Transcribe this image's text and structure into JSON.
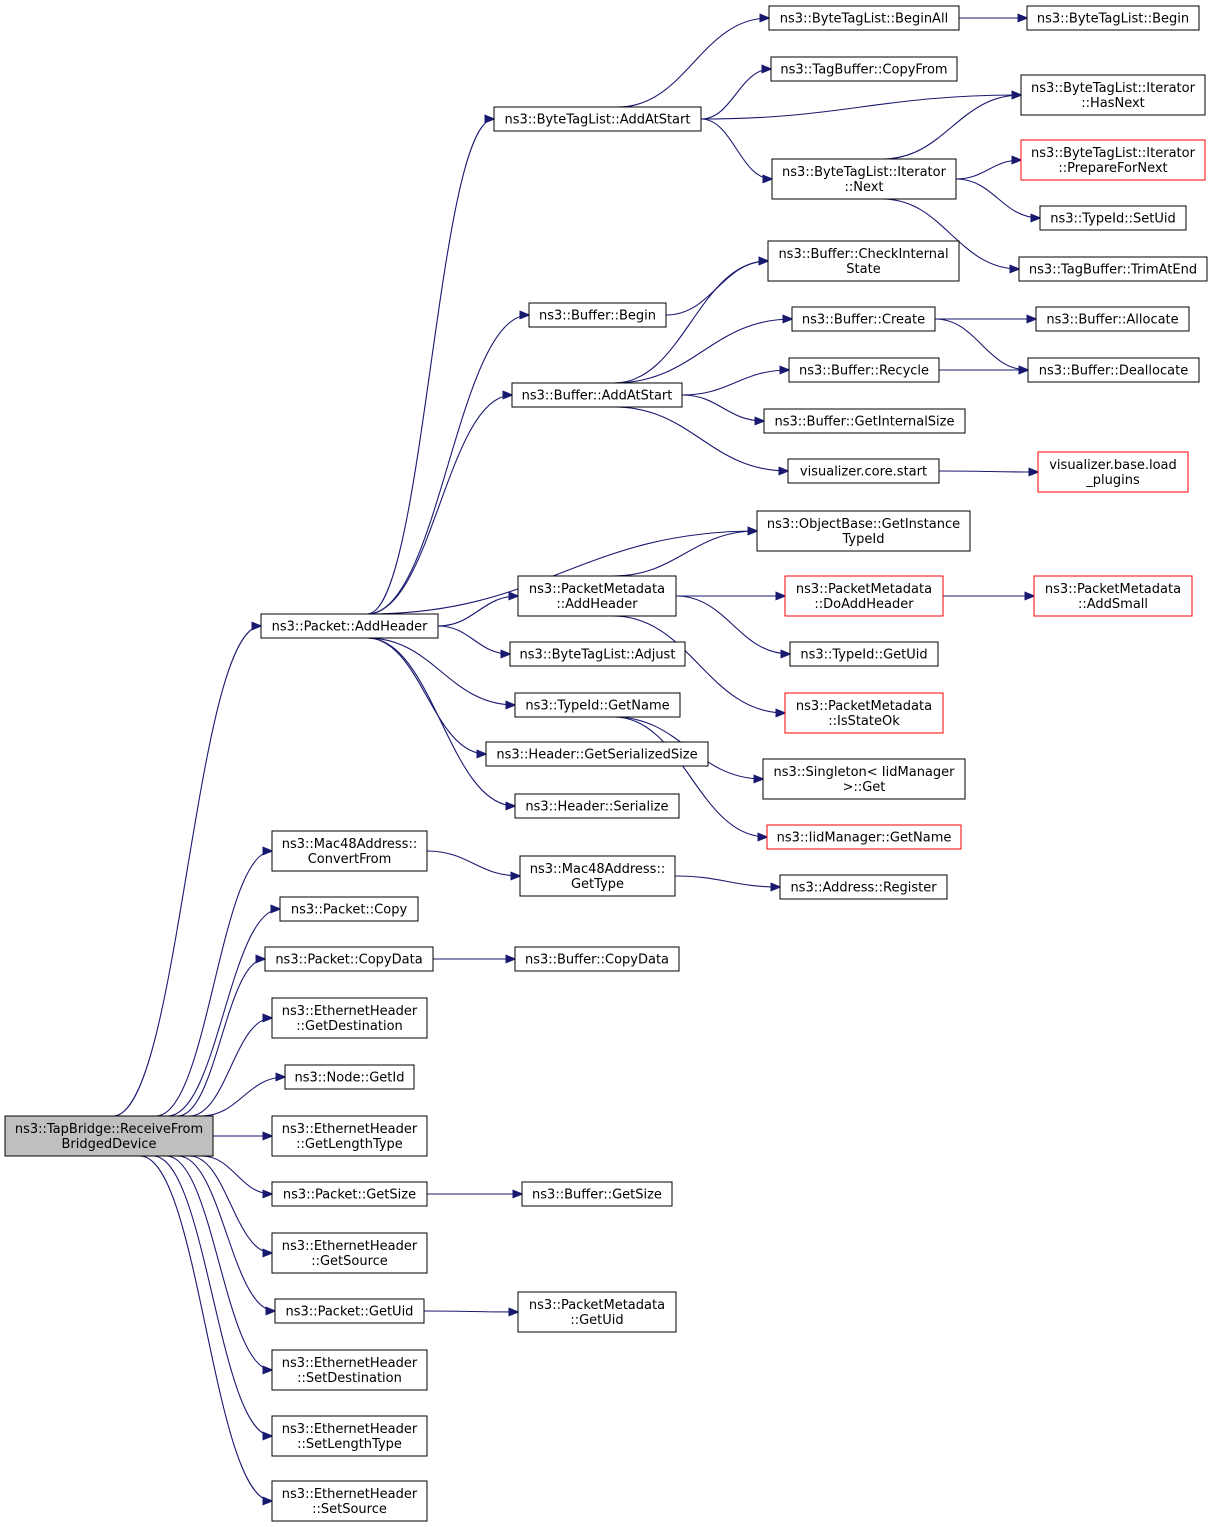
{
  "colors": {
    "edge": "#191970",
    "node_border": "#000000",
    "truncated_border": "#ff0000",
    "root_fill": "#bfbfbf"
  },
  "nodes": [
    {
      "id": "root",
      "lines": [
        "ns3::TapBridge::ReceiveFrom",
        "BridgedDevice"
      ],
      "root": true
    },
    {
      "id": "pkt_addheader",
      "lines": [
        "ns3::Packet::AddHeader"
      ]
    },
    {
      "id": "mac_convertfrom",
      "lines": [
        "ns3::Mac48Address::",
        "ConvertFrom"
      ]
    },
    {
      "id": "pkt_copy",
      "lines": [
        "ns3::Packet::Copy"
      ]
    },
    {
      "id": "pkt_copydata",
      "lines": [
        "ns3::Packet::CopyData"
      ]
    },
    {
      "id": "eth_getdest",
      "lines": [
        "ns3::EthernetHeader",
        "::GetDestination"
      ]
    },
    {
      "id": "node_getid",
      "lines": [
        "ns3::Node::GetId"
      ]
    },
    {
      "id": "eth_getlentype",
      "lines": [
        "ns3::EthernetHeader",
        "::GetLengthType"
      ]
    },
    {
      "id": "pkt_getsize",
      "lines": [
        "ns3::Packet::GetSize"
      ]
    },
    {
      "id": "eth_getsource",
      "lines": [
        "ns3::EthernetHeader",
        "::GetSource"
      ]
    },
    {
      "id": "pkt_getuid",
      "lines": [
        "ns3::Packet::GetUid"
      ]
    },
    {
      "id": "eth_setdest",
      "lines": [
        "ns3::EthernetHeader",
        "::SetDestination"
      ]
    },
    {
      "id": "eth_setlentype",
      "lines": [
        "ns3::EthernetHeader",
        "::SetLengthType"
      ]
    },
    {
      "id": "eth_setsource",
      "lines": [
        "ns3::EthernetHeader",
        "::SetSource"
      ]
    },
    {
      "id": "btl_addatstart",
      "lines": [
        "ns3::ByteTagList::AddAtStart"
      ]
    },
    {
      "id": "buf_begin",
      "lines": [
        "ns3::Buffer::Begin"
      ]
    },
    {
      "id": "buf_addatstart",
      "lines": [
        "ns3::Buffer::AddAtStart"
      ]
    },
    {
      "id": "pm_addheader",
      "lines": [
        "ns3::PacketMetadata",
        "::AddHeader"
      ]
    },
    {
      "id": "btl_adjust",
      "lines": [
        "ns3::ByteTagList::Adjust"
      ]
    },
    {
      "id": "tid_getname",
      "lines": [
        "ns3::TypeId::GetName"
      ]
    },
    {
      "id": "hdr_getsersize",
      "lines": [
        "ns3::Header::GetSerializedSize"
      ]
    },
    {
      "id": "hdr_serialize",
      "lines": [
        "ns3::Header::Serialize"
      ]
    },
    {
      "id": "mac_gettype",
      "lines": [
        "ns3::Mac48Address::",
        "GetType"
      ]
    },
    {
      "id": "buf_copydata",
      "lines": [
        "ns3::Buffer::CopyData"
      ]
    },
    {
      "id": "buf_getsize",
      "lines": [
        "ns3::Buffer::GetSize"
      ]
    },
    {
      "id": "pm_getuid",
      "lines": [
        "ns3::PacketMetadata",
        "::GetUid"
      ]
    },
    {
      "id": "btl_beginall",
      "lines": [
        "ns3::ByteTagList::BeginAll"
      ]
    },
    {
      "id": "tb_copyfrom",
      "lines": [
        "ns3::TagBuffer::CopyFrom"
      ]
    },
    {
      "id": "btl_it_next",
      "lines": [
        "ns3::ByteTagList::Iterator",
        "::Next"
      ]
    },
    {
      "id": "buf_checkinternal",
      "lines": [
        "ns3::Buffer::CheckInternal",
        "State"
      ]
    },
    {
      "id": "buf_create",
      "lines": [
        "ns3::Buffer::Create"
      ]
    },
    {
      "id": "buf_recycle",
      "lines": [
        "ns3::Buffer::Recycle"
      ]
    },
    {
      "id": "buf_getinternalsize",
      "lines": [
        "ns3::Buffer::GetInternalSize"
      ]
    },
    {
      "id": "vis_core_start",
      "lines": [
        "visualizer.core.start"
      ]
    },
    {
      "id": "objbase_getinst",
      "lines": [
        "ns3::ObjectBase::GetInstance",
        "TypeId"
      ]
    },
    {
      "id": "pm_doaddheader",
      "lines": [
        "ns3::PacketMetadata",
        "::DoAddHeader"
      ],
      "truncated": true
    },
    {
      "id": "tid_getuid",
      "lines": [
        "ns3::TypeId::GetUid"
      ]
    },
    {
      "id": "pm_isstateok",
      "lines": [
        "ns3::PacketMetadata",
        "::IsStateOk"
      ],
      "truncated": true
    },
    {
      "id": "singleton_get",
      "lines": [
        "ns3::Singleton< IidManager",
        " >::Get"
      ]
    },
    {
      "id": "iid_getname",
      "lines": [
        "ns3::IidManager::GetName"
      ],
      "truncated": true
    },
    {
      "id": "addr_register",
      "lines": [
        "ns3::Address::Register"
      ]
    },
    {
      "id": "btl_begin",
      "lines": [
        "ns3::ByteTagList::Begin"
      ]
    },
    {
      "id": "btl_it_hasnext",
      "lines": [
        "ns3::ByteTagList::Iterator",
        "::HasNext"
      ]
    },
    {
      "id": "btl_it_prepare",
      "lines": [
        "ns3::ByteTagList::Iterator",
        "::PrepareForNext"
      ],
      "truncated": true
    },
    {
      "id": "tid_setuid",
      "lines": [
        "ns3::TypeId::SetUid"
      ]
    },
    {
      "id": "tb_trimatend",
      "lines": [
        "ns3::TagBuffer::TrimAtEnd"
      ]
    },
    {
      "id": "buf_allocate",
      "lines": [
        "ns3::Buffer::Allocate"
      ]
    },
    {
      "id": "buf_deallocate",
      "lines": [
        "ns3::Buffer::Deallocate"
      ]
    },
    {
      "id": "vis_load_plugins",
      "lines": [
        "visualizer.base.load",
        "_plugins"
      ],
      "truncated": true
    },
    {
      "id": "pm_addsmall",
      "lines": [
        "ns3::PacketMetadata",
        "::AddSmall"
      ],
      "truncated": true
    }
  ],
  "edges": [
    [
      "root",
      "pkt_addheader"
    ],
    [
      "root",
      "mac_convertfrom"
    ],
    [
      "root",
      "pkt_copy"
    ],
    [
      "root",
      "pkt_copydata"
    ],
    [
      "root",
      "eth_getdest"
    ],
    [
      "root",
      "node_getid"
    ],
    [
      "root",
      "eth_getlentype"
    ],
    [
      "root",
      "pkt_getsize"
    ],
    [
      "root",
      "eth_getsource"
    ],
    [
      "root",
      "pkt_getuid"
    ],
    [
      "root",
      "eth_setdest"
    ],
    [
      "root",
      "eth_setlentype"
    ],
    [
      "root",
      "eth_setsource"
    ],
    [
      "pkt_addheader",
      "btl_addatstart"
    ],
    [
      "pkt_addheader",
      "buf_begin"
    ],
    [
      "pkt_addheader",
      "buf_addatstart"
    ],
    [
      "pkt_addheader",
      "objbase_getinst"
    ],
    [
      "pkt_addheader",
      "pm_addheader"
    ],
    [
      "pkt_addheader",
      "btl_adjust"
    ],
    [
      "pkt_addheader",
      "tid_getname"
    ],
    [
      "pkt_addheader",
      "hdr_getsersize"
    ],
    [
      "pkt_addheader",
      "hdr_serialize"
    ],
    [
      "btl_addatstart",
      "btl_beginall"
    ],
    [
      "btl_addatstart",
      "tb_copyfrom"
    ],
    [
      "btl_addatstart",
      "btl_it_hasnext"
    ],
    [
      "btl_addatstart",
      "btl_it_next"
    ],
    [
      "btl_beginall",
      "btl_begin"
    ],
    [
      "btl_it_next",
      "btl_it_hasnext"
    ],
    [
      "btl_it_next",
      "btl_it_prepare"
    ],
    [
      "btl_it_next",
      "tid_setuid"
    ],
    [
      "btl_it_next",
      "tb_trimatend"
    ],
    [
      "buf_begin",
      "buf_checkinternal"
    ],
    [
      "buf_addatstart",
      "buf_checkinternal"
    ],
    [
      "buf_addatstart",
      "buf_create"
    ],
    [
      "buf_addatstart",
      "buf_recycle"
    ],
    [
      "buf_addatstart",
      "buf_getinternalsize"
    ],
    [
      "buf_addatstart",
      "vis_core_start"
    ],
    [
      "buf_create",
      "buf_allocate"
    ],
    [
      "buf_create",
      "buf_deallocate"
    ],
    [
      "buf_recycle",
      "buf_deallocate"
    ],
    [
      "vis_core_start",
      "vis_load_plugins"
    ],
    [
      "pm_addheader",
      "objbase_getinst"
    ],
    [
      "pm_addheader",
      "pm_doaddheader"
    ],
    [
      "pm_addheader",
      "tid_getuid"
    ],
    [
      "pm_addheader",
      "pm_isstateok"
    ],
    [
      "pm_doaddheader",
      "pm_addsmall"
    ],
    [
      "tid_getname",
      "singleton_get"
    ],
    [
      "tid_getname",
      "iid_getname"
    ],
    [
      "mac_convertfrom",
      "mac_gettype"
    ],
    [
      "mac_gettype",
      "addr_register"
    ],
    [
      "pkt_copydata",
      "buf_copydata"
    ],
    [
      "pkt_getsize",
      "buf_getsize"
    ],
    [
      "pkt_getuid",
      "pm_getuid"
    ]
  ]
}
